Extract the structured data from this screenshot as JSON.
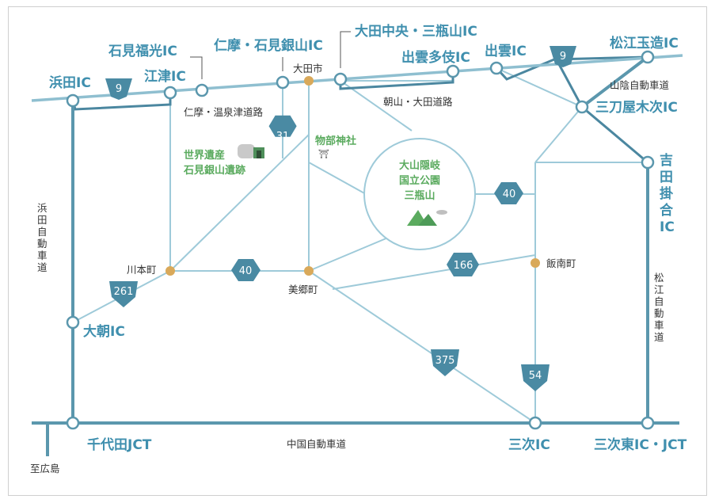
{
  "interchanges": {
    "hamada": "浜田IC",
    "iwamifukumitsu": "石見福光IC",
    "gotsu": "江津IC",
    "nima_iwamiginzan": "仁摩・石見銀山IC",
    "oda_chuo_sanbesan": "大田中央・三瓶山IC",
    "izumo_taki": "出雲多伎IC",
    "izumo": "出雲IC",
    "matsue_tamatsukuri": "松江玉造IC",
    "mitoya_kisuki": "三刀屋木次IC",
    "yoshida_kakeya": "吉田掛合IC",
    "daiasa": "大朝IC",
    "chiyoda_jct": "千代田JCT",
    "miyoshi": "三次IC",
    "miyoshi_higashi": "三次東IC・JCT"
  },
  "roads": {
    "sanin_expressway": "山陰自動車道",
    "nima_yunotsu_road": "仁摩・温泉津道路",
    "asayama_oda_road": "朝山・大田道路",
    "hamada_expressway": "浜田自動車道",
    "matsue_expressway": "松江自動車道",
    "chugoku_expressway": "中国自動車道",
    "to_hiroshima": "至広島"
  },
  "towns": {
    "oda_city": "大田市",
    "kawamoto": "川本町",
    "misato": "美郷町",
    "iinan": "飯南町"
  },
  "landmarks": {
    "mononobe_shrine": "物部神社",
    "world_heritage_line1": "世界遺産",
    "world_heritage_line2": "石見銀山遺跡",
    "park_line1": "大山隠岐",
    "park_line2": "国立公園",
    "park_line3": "三瓶山"
  },
  "route_numbers": {
    "r9_west": "9",
    "r9_east": "9",
    "r31": "31",
    "r40_north": "40",
    "r40_west": "40",
    "r166": "166",
    "r261": "261",
    "r375": "375",
    "r54": "54"
  },
  "colors": {
    "expressway": "#5b97ad",
    "local_road": "#9ecad9",
    "national_road": "#4b87a0",
    "route_badge": "#4a8aa3",
    "ic_label": "#3f8fae",
    "town_dot": "#d9a95a",
    "landmark_text": "#5bab5f"
  }
}
